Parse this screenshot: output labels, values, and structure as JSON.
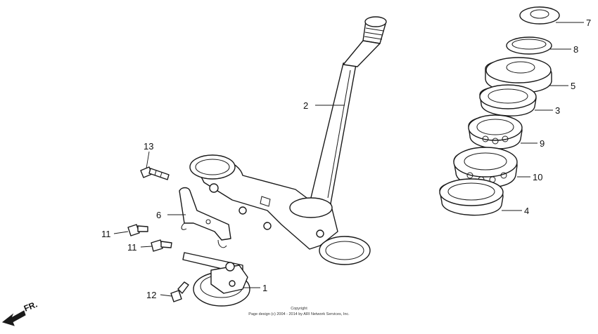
{
  "diagram": {
    "callouts": [
      {
        "id": "c1",
        "text": "1"
      },
      {
        "id": "c2",
        "text": "2"
      },
      {
        "id": "c3",
        "text": "3"
      },
      {
        "id": "c4",
        "text": "4"
      },
      {
        "id": "c5",
        "text": "5"
      },
      {
        "id": "c6",
        "text": "6"
      },
      {
        "id": "c7",
        "text": "7"
      },
      {
        "id": "c8",
        "text": "8"
      },
      {
        "id": "c9",
        "text": "9"
      },
      {
        "id": "c10",
        "text": "10"
      },
      {
        "id": "c11a",
        "text": "11"
      },
      {
        "id": "c11b",
        "text": "11"
      },
      {
        "id": "c12",
        "text": "12"
      },
      {
        "id": "c13",
        "text": "13"
      }
    ],
    "direction_label": "FR.",
    "copyright_line1": "Copyright",
    "copyright_line2": "Page design (c) 2004 - 2014 by ARI Network Services, Inc."
  }
}
